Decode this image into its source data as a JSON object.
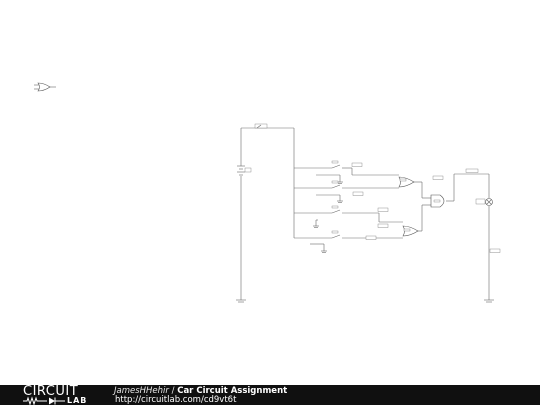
{
  "footer": {
    "logo_top": "CIRCUIT",
    "logo_bottom": "LAB",
    "author": "JamesHHehir",
    "separator": " / ",
    "title": "Car Circuit Assignment",
    "url": "http://circuitlab.com/cd9vt6t"
  },
  "colors": {
    "footer_bg": "#101010",
    "wire": "#6a6a6a",
    "background": "#ffffff"
  }
}
